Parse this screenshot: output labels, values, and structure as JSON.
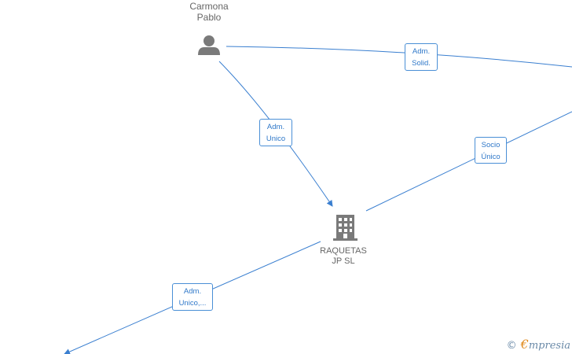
{
  "nodes": {
    "carmona": {
      "line1": "Carmona",
      "line2": "Pablo",
      "icon": "person-icon"
    },
    "raquetas": {
      "line1": "RAQUETAS",
      "line2": "JP  SL",
      "icon": "building-icon"
    }
  },
  "edge_labels": {
    "adm_solid": {
      "line1": "Adm.",
      "line2": "Solid."
    },
    "adm_unico": {
      "line1": "Adm.",
      "line2": "Unico"
    },
    "socio_unico": {
      "line1": "Socio",
      "line2": "Único"
    },
    "adm_unico_more": {
      "line1": "Adm.",
      "line2": "Unico,..."
    }
  },
  "watermark": {
    "copyright": "©",
    "e": "€",
    "brand": "mpresia"
  },
  "colors": {
    "edge": "#3a7fd0",
    "icon": "#7a7a7a",
    "label_border": "#4a8fd6"
  }
}
